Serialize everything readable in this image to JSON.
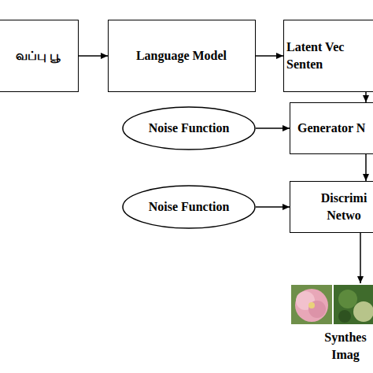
{
  "diagram": {
    "nodes": [
      {
        "text": [
          "வப்பு பூ"
        ]
      },
      {
        "text": [
          "Language Model"
        ]
      },
      {
        "text": [
          "Latent Vec Senten"
        ]
      },
      {
        "text": [
          "Noise Function"
        ]
      },
      {
        "text": [
          "Generator N"
        ]
      },
      {
        "text": [
          "Noise Function"
        ]
      },
      {
        "text": [
          "Discrimi Netwo"
        ]
      },
      {
        "text": [
          "Synthes Imag"
        ]
      }
    ],
    "edges": [
      {
        "from": 0,
        "to": 1,
        "arrow": "to"
      },
      {
        "from": 1,
        "to": 2,
        "arrow": "to"
      },
      {
        "from": 2,
        "to": 4,
        "arrow": "to"
      },
      {
        "from": 3,
        "to": 4,
        "arrow": "to"
      },
      {
        "from": 4,
        "to": 6,
        "arrow": "to"
      },
      {
        "from": 5,
        "to": 6,
        "arrow": "to"
      },
      {
        "from": 6,
        "to": 7,
        "arrow": "to"
      }
    ]
  }
}
